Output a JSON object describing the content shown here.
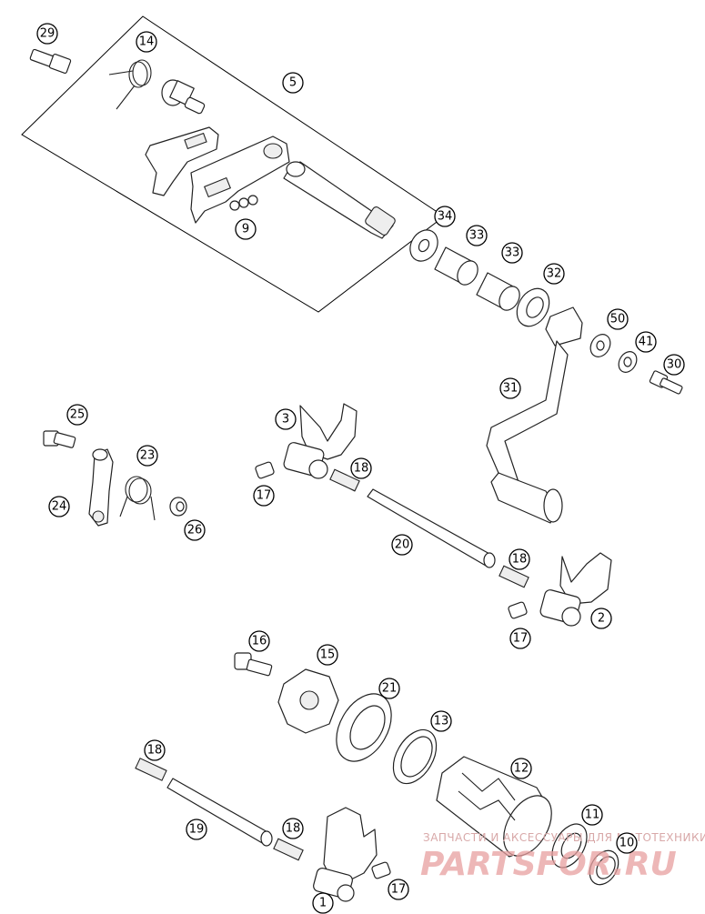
{
  "callouts": {
    "c29": "29",
    "c14": "14",
    "c5": "5",
    "c9": "9",
    "c34": "34",
    "c33a": "33",
    "c33b": "33",
    "c32": "32",
    "c50": "50",
    "c41": "41",
    "c30": "30",
    "c31": "31",
    "c25": "25",
    "c23": "23",
    "c24": "24",
    "c26": "26",
    "c3": "3",
    "c18a": "18",
    "c17a": "17",
    "c20": "20",
    "c18b": "18",
    "c2": "2",
    "c17b": "17",
    "c16": "16",
    "c15": "15",
    "c21": "21",
    "c13": "13",
    "c12": "12",
    "c18c": "18",
    "c19": "19",
    "c18d": "18",
    "c11": "11",
    "c10": "10",
    "c1": "1",
    "c17c": "17"
  },
  "watermark": {
    "tagline": "ЗАПЧАСТИ И АКСЕССУАРЫ ДЛЯ МОТОТЕХНИКИ",
    "brand": "PARTSFOR.RU"
  }
}
